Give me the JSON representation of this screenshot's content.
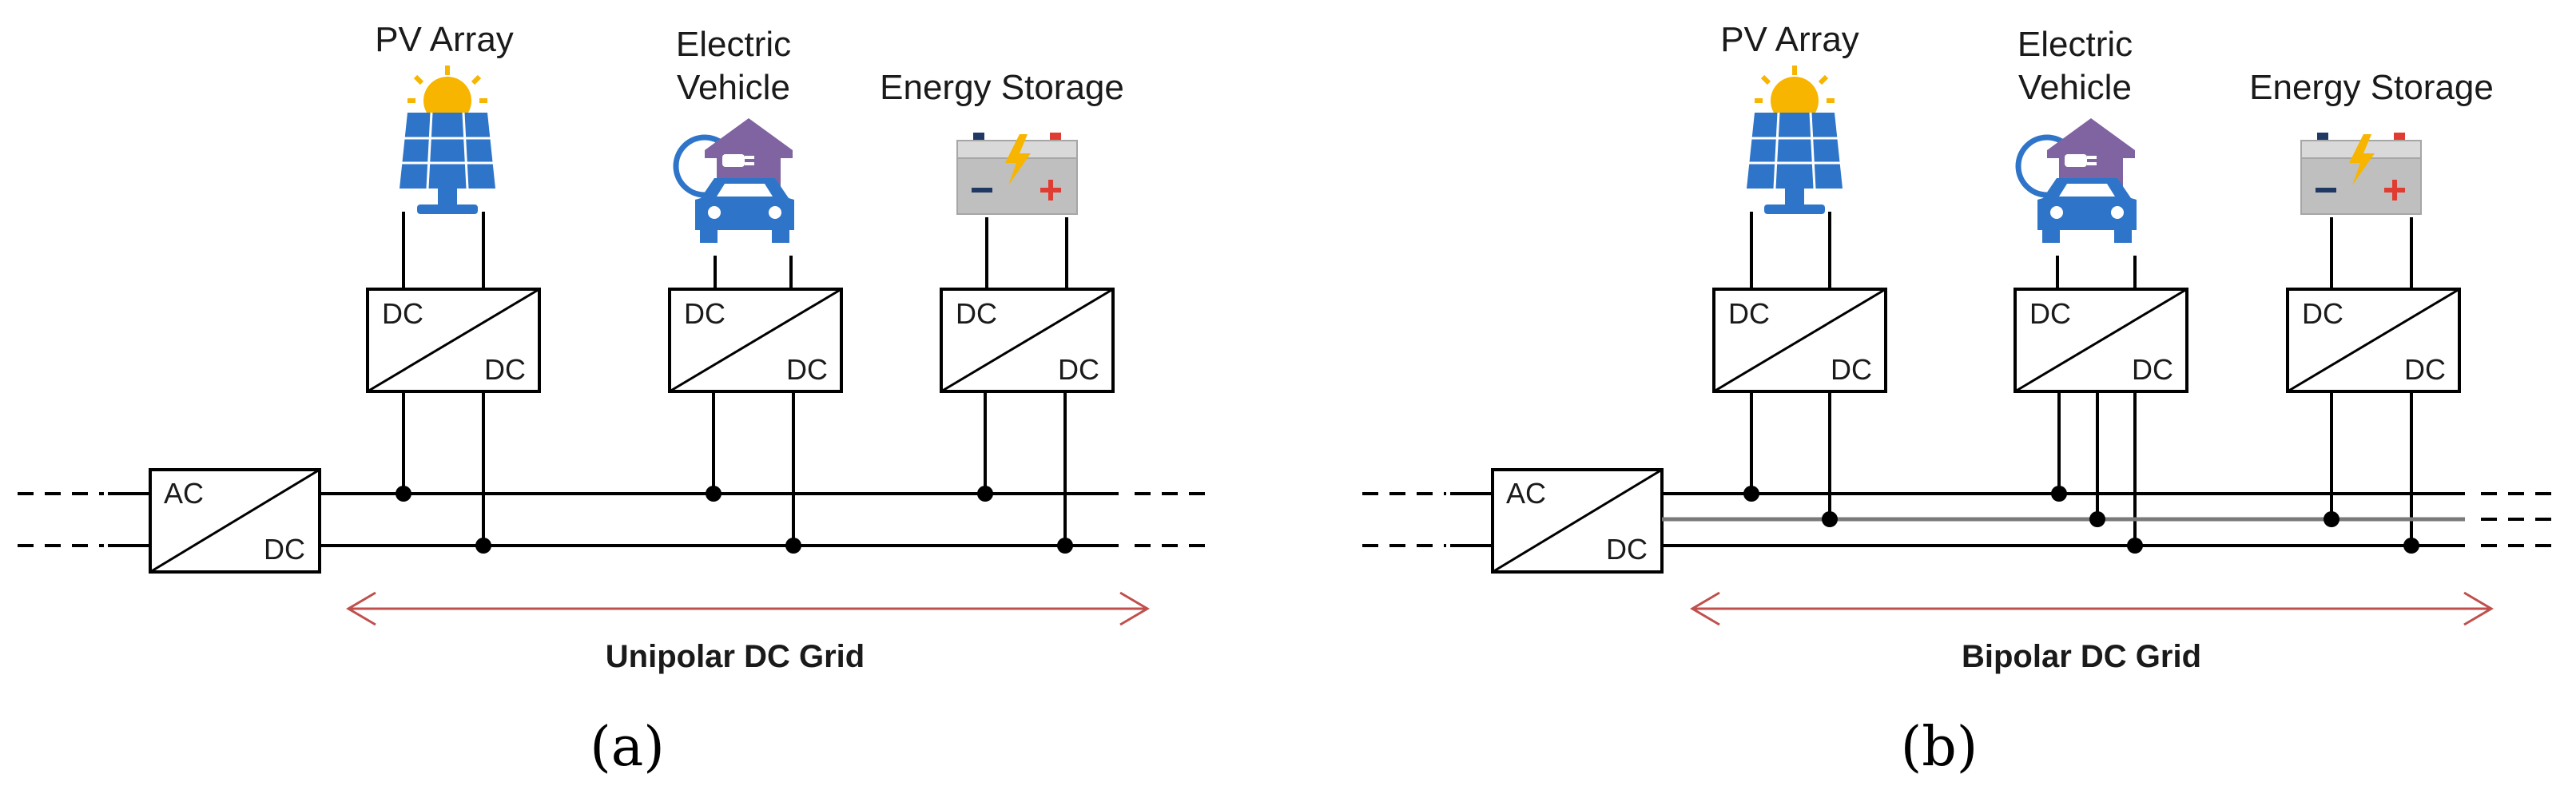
{
  "panels": [
    {
      "id": "a",
      "panel_label": "(a)",
      "grid_label": "Unipolar DC Grid",
      "components": {
        "pv": "PV Array",
        "ev_line1": "Electric",
        "ev_line2": "Vehicle",
        "storage": "Energy Storage"
      },
      "converters": {
        "main": {
          "top": "AC",
          "bottom": "DC"
        },
        "pv": {
          "top": "DC",
          "bottom": "DC"
        },
        "ev": {
          "top": "DC",
          "bottom": "DC"
        },
        "storage": {
          "top": "DC",
          "bottom": "DC"
        }
      }
    },
    {
      "id": "b",
      "panel_label": "(b)",
      "grid_label": "Bipolar DC Grid",
      "components": {
        "pv": "PV Array",
        "ev_line1": "Electric",
        "ev_line2": "Vehicle",
        "storage": "Energy Storage"
      },
      "converters": {
        "main": {
          "top": "AC",
          "bottom": "DC"
        },
        "pv": {
          "top": "DC",
          "bottom": "DC"
        },
        "ev": {
          "top": "DC",
          "bottom": "DC"
        },
        "storage": {
          "top": "DC",
          "bottom": "DC"
        }
      }
    }
  ],
  "colors": {
    "wire": "#000000",
    "neutral_wire": "#7a7a7a",
    "arrow": "#c0504d",
    "solar_panel": "#2e75c9",
    "sun": "#f7b500",
    "vehicle": "#2e75c9",
    "plug_house": "#8064a2",
    "battery_body": "#bfbfbf",
    "battery_terminal_red": "#e03c31",
    "battery_bolt": "#f7b500"
  },
  "icons": [
    "solar-panel-icon",
    "electric-vehicle-icon",
    "battery-icon"
  ]
}
